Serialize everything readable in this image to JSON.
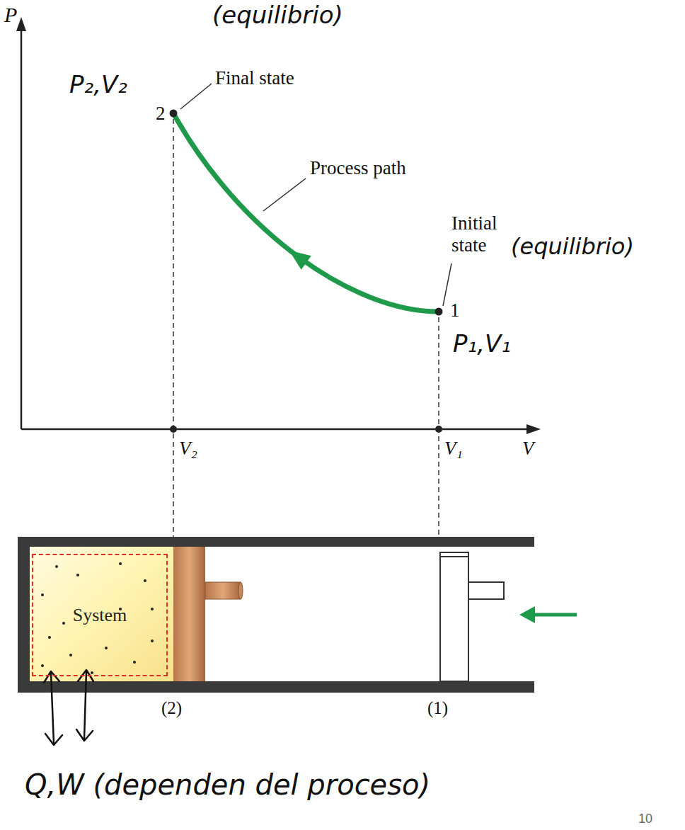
{
  "diagram": {
    "nodes": [
      {
        "text": [
          "System"
        ]
      }
    ],
    "labels": [
      "P",
      "(equilibrio)",
      "P₂,V₂",
      "Final state",
      "2",
      "Process path",
      "Initial state",
      "(equilibrio)",
      "1",
      "P₁,V₁",
      "V₂",
      "V₁",
      "V",
      "(2)",
      "(1)",
      "Q,W (dependen del proceso)",
      "10"
    ]
  }
}
